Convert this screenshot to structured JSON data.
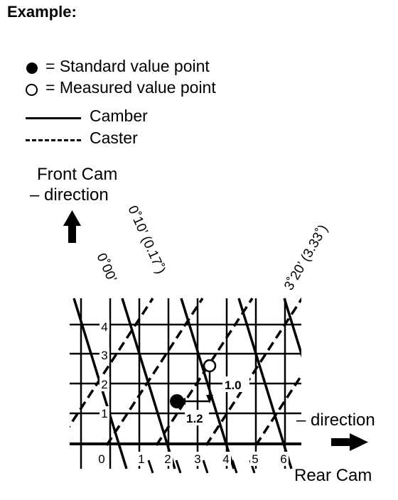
{
  "title": "Example:",
  "legend": {
    "standard": "= Standard value point",
    "measured": "= Measured value point",
    "camber": "Camber",
    "caster": "Caster"
  },
  "front_cam": {
    "line1": "Front Cam",
    "line2": "– direction"
  },
  "rear_cam": {
    "direction": "– direction",
    "label": "Rear Cam"
  },
  "diagonal_labels": {
    "zero": "0˚00’",
    "ten": "0˚10’ (0.17˚)",
    "three_twenty": "3˚20’ (3.33˚)"
  },
  "x_ticks": [
    "0",
    "1",
    "2",
    "3",
    "4",
    "5",
    "6"
  ],
  "y_ticks": [
    "1",
    "2",
    "3",
    "4"
  ],
  "values": {
    "camber_shift": "1.0",
    "caster_shift": "1.2"
  }
}
